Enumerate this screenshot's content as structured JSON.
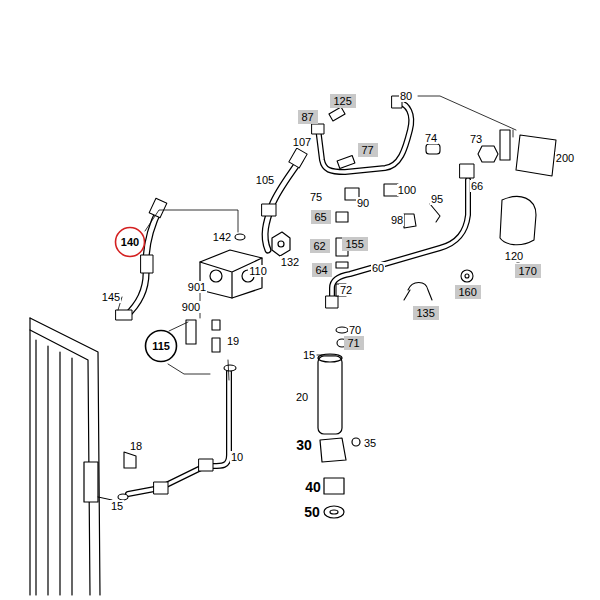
{
  "diagram": {
    "nodes": [
      {
        "text": [
          "125"
        ]
      },
      {
        "text": [
          "87"
        ]
      },
      {
        "text": [
          "77"
        ]
      },
      {
        "text": [
          "65"
        ]
      },
      {
        "text": [
          "140"
        ]
      },
      {
        "text": [
          "155"
        ]
      },
      {
        "text": [
          "62"
        ]
      },
      {
        "text": [
          "64"
        ]
      },
      {
        "text": [
          "170"
        ]
      },
      {
        "text": [
          "160"
        ]
      },
      {
        "text": [
          "135"
        ]
      },
      {
        "text": [
          "71"
        ]
      },
      {
        "text": [
          "115"
        ]
      }
    ],
    "labels": [
      "80",
      "107",
      "74",
      "73",
      "200",
      "66",
      "105",
      "75",
      "90",
      "100",
      "95",
      "142",
      "98",
      "132",
      "120",
      "110",
      "901",
      "60",
      "72",
      "145",
      "900",
      "70",
      "19",
      "15",
      "20",
      "18",
      "30",
      "35",
      "10",
      "40",
      "15",
      "50"
    ]
  }
}
